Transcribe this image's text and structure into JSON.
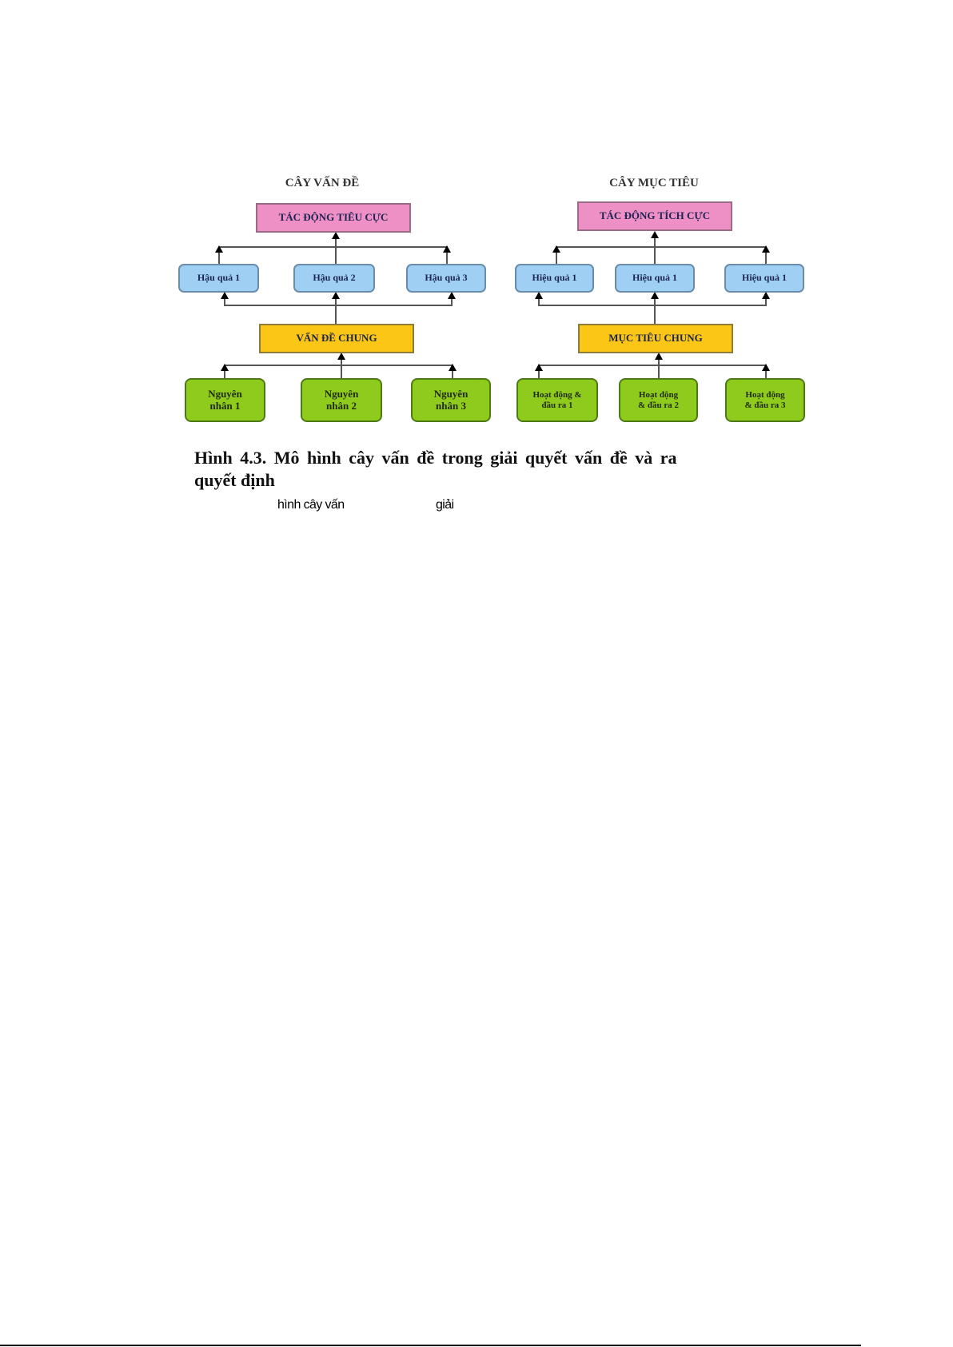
{
  "problem_tree": {
    "title": "CÂY VẤN ĐỀ",
    "impact": "TÁC ĐỘNG TIÊU CỰC",
    "effects": [
      "Hậu quả 1",
      "Hậu quả 2",
      "Hậu quả 3"
    ],
    "core": "VẤN ĐỀ CHUNG",
    "causes": [
      "Nguyên nhân 1",
      "Nguyên nhân 2",
      "Nguyên nhân 3"
    ]
  },
  "objective_tree": {
    "title": "CÂY MỤC TIÊU",
    "impact": "TÁC ĐỘNG TÍCH CỰC",
    "effects": [
      "Hiệu quả 1",
      "Hiệu quả 1",
      "Hiệu quả 1"
    ],
    "core": "MỤC TIÊU CHUNG",
    "activities": [
      "Hoạt động & đầu ra 1",
      "Hoạt động & đầu ra 2",
      "Hoạt động & đầu ra 3"
    ]
  },
  "caption": {
    "line1": "Hình 4.3. Mô hình  cây vấn đề trong giải quyết vấn đề và ra",
    "line2": "quyết định"
  },
  "overlay_text": [
    "hình cây vấn",
    "giải"
  ]
}
